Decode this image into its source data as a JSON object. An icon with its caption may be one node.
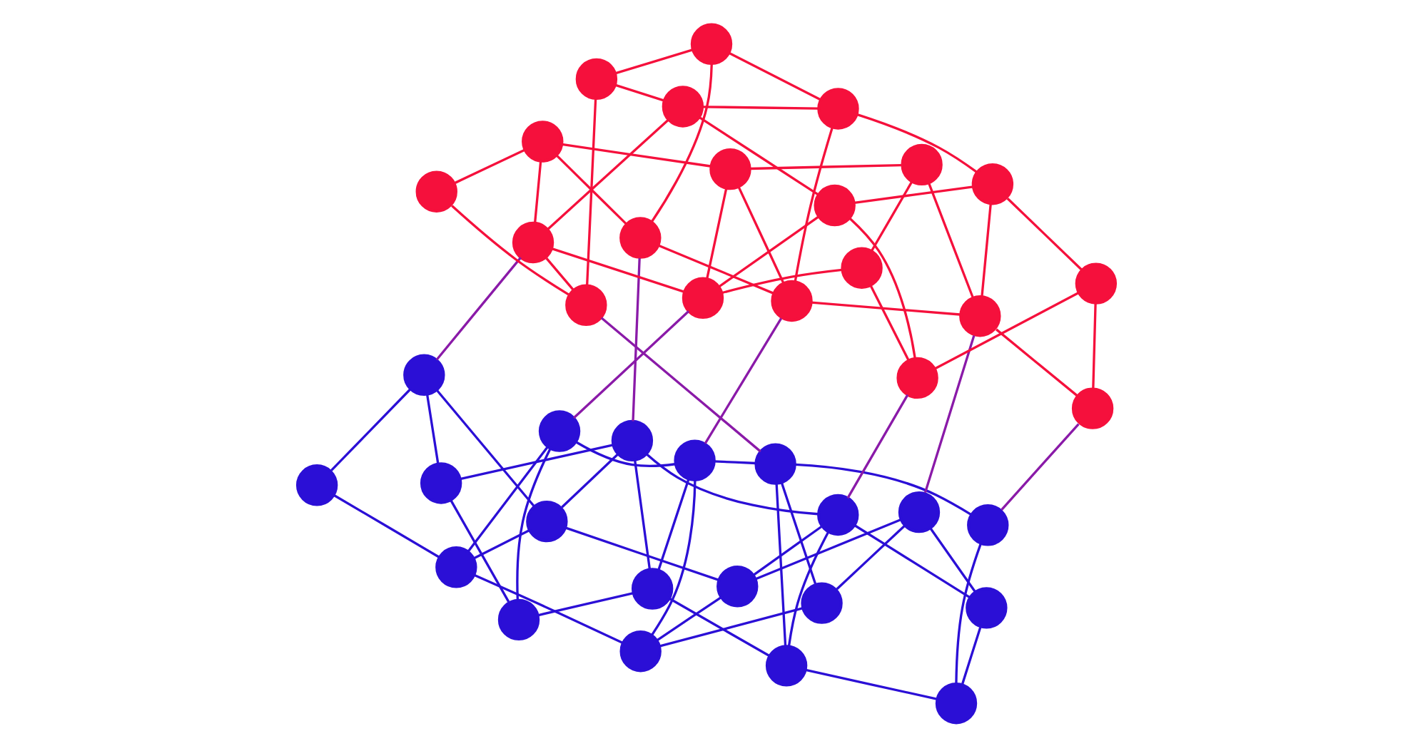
{
  "diagram": {
    "nodes": [
      {
        "text": [],
        "shape": "circle"
      },
      {
        "text": [],
        "shape": "circle"
      },
      {
        "text": [],
        "shape": "circle"
      },
      {
        "text": [],
        "shape": "circle"
      },
      {
        "text": [],
        "shape": "circle"
      },
      {
        "text": [],
        "shape": "circle"
      },
      {
        "text": [],
        "shape": "circle"
      },
      {
        "text": [],
        "shape": "circle"
      },
      {
        "text": [],
        "shape": "circle"
      },
      {
        "text": [],
        "shape": "circle"
      },
      {
        "text": [],
        "shape": "circle"
      },
      {
        "text": [],
        "shape": "circle"
      },
      {
        "text": [],
        "shape": "circle"
      },
      {
        "text": [],
        "shape": "circle"
      },
      {
        "text": [],
        "shape": "circle"
      },
      {
        "text": [],
        "shape": "circle"
      },
      {
        "text": [],
        "shape": "circle"
      },
      {
        "text": [],
        "shape": "circle"
      },
      {
        "text": [],
        "shape": "circle"
      },
      {
        "text": [],
        "shape": "circle"
      },
      {
        "text": [],
        "shape": "circle"
      },
      {
        "text": [],
        "shape": "circle"
      },
      {
        "text": [],
        "shape": "circle"
      },
      {
        "text": [],
        "shape": "circle"
      },
      {
        "text": [],
        "shape": "circle"
      },
      {
        "text": [],
        "shape": "circle"
      },
      {
        "text": [],
        "shape": "circle"
      },
      {
        "text": [],
        "shape": "circle"
      },
      {
        "text": [],
        "shape": "circle"
      },
      {
        "text": [],
        "shape": "circle"
      },
      {
        "text": [],
        "shape": "circle"
      },
      {
        "text": [],
        "shape": "circle"
      },
      {
        "text": [],
        "shape": "circle"
      },
      {
        "text": [],
        "shape": "circle"
      },
      {
        "text": [],
        "shape": "circle"
      },
      {
        "text": [],
        "shape": "circle"
      },
      {
        "text": [],
        "shape": "circle"
      },
      {
        "text": [],
        "shape": "circle"
      },
      {
        "text": [],
        "shape": "circle"
      },
      {
        "text": [],
        "shape": "circle"
      }
    ],
    "edges": [
      {
        "from": 0,
        "to": 1,
        "arrow": "none"
      },
      {
        "from": 1,
        "to": 2,
        "arrow": "none"
      },
      {
        "from": 2,
        "to": 3,
        "arrow": "none"
      },
      {
        "from": 3,
        "to": 4,
        "arrow": "none"
      },
      {
        "from": 4,
        "to": 5,
        "arrow": "none"
      },
      {
        "from": 5,
        "to": 6,
        "arrow": "none"
      },
      {
        "from": 6,
        "to": 7,
        "arrow": "none"
      },
      {
        "from": 7,
        "to": 8,
        "arrow": "none"
      },
      {
        "from": 8,
        "to": 9,
        "arrow": "none"
      },
      {
        "from": 9,
        "to": 10,
        "arrow": "none"
      },
      {
        "from": 10,
        "to": 11,
        "arrow": "none"
      },
      {
        "from": 11,
        "to": 12,
        "arrow": "none"
      },
      {
        "from": 12,
        "to": 13,
        "arrow": "none"
      },
      {
        "from": 13,
        "to": 14,
        "arrow": "none"
      },
      {
        "from": 14,
        "to": 15,
        "arrow": "none"
      },
      {
        "from": 15,
        "to": 16,
        "arrow": "none"
      },
      {
        "from": 16,
        "to": 17,
        "arrow": "none"
      },
      {
        "from": 17,
        "to": 18,
        "arrow": "none"
      },
      {
        "from": 18,
        "to": 19,
        "arrow": "none"
      },
      {
        "from": 0,
        "to": 5,
        "arrow": "none"
      },
      {
        "from": 1,
        "to": 6,
        "arrow": "none"
      },
      {
        "from": 2,
        "to": 7,
        "arrow": "none"
      },
      {
        "from": 3,
        "to": 8,
        "arrow": "none"
      },
      {
        "from": 4,
        "to": 9,
        "arrow": "none"
      },
      {
        "from": 5,
        "to": 10,
        "arrow": "none"
      },
      {
        "from": 6,
        "to": 11,
        "arrow": "none"
      },
      {
        "from": 7,
        "to": 12,
        "arrow": "none"
      },
      {
        "from": 8,
        "to": 13,
        "arrow": "none"
      },
      {
        "from": 9,
        "to": 14,
        "arrow": "none"
      },
      {
        "from": 10,
        "to": 15,
        "arrow": "none"
      },
      {
        "from": 11,
        "to": 16,
        "arrow": "none"
      },
      {
        "from": 12,
        "to": 17,
        "arrow": "none"
      },
      {
        "from": 13,
        "to": 18,
        "arrow": "none"
      },
      {
        "from": 14,
        "to": 19,
        "arrow": "none"
      },
      {
        "from": 20,
        "to": 21,
        "arrow": "none",
        "color": "#f5103c"
      },
      {
        "from": 21,
        "to": 22,
        "arrow": "none",
        "color": "#f5103c"
      },
      {
        "from": 22,
        "to": 23,
        "arrow": "none",
        "color": "#f5103c"
      },
      {
        "from": 23,
        "to": 24,
        "arrow": "none",
        "color": "#f5103c"
      },
      {
        "from": 24,
        "to": 25,
        "arrow": "none",
        "color": "#f5103c"
      },
      {
        "from": 25,
        "to": 26,
        "arrow": "none",
        "color": "#f5103c"
      },
      {
        "from": 26,
        "to": 27,
        "arrow": "none",
        "color": "#f5103c"
      },
      {
        "from": 27,
        "to": 28,
        "arrow": "none",
        "color": "#f5103c"
      },
      {
        "from": 28,
        "to": 29,
        "arrow": "none",
        "color": "#f5103c"
      },
      {
        "from": 29,
        "to": 30,
        "arrow": "none",
        "color": "#f5103c"
      },
      {
        "from": 30,
        "to": 31,
        "arrow": "none",
        "color": "#f5103c"
      },
      {
        "from": 31,
        "to": 32,
        "arrow": "none",
        "color": "#f5103c"
      },
      {
        "from": 32,
        "to": 33,
        "arrow": "none",
        "color": "#f5103c"
      },
      {
        "from": 33,
        "to": 34,
        "arrow": "none",
        "color": "#f5103c"
      },
      {
        "from": 34,
        "to": 35,
        "arrow": "none",
        "color": "#f5103c"
      },
      {
        "from": 35,
        "to": 36,
        "arrow": "none",
        "color": "#f5103c"
      },
      {
        "from": 36,
        "to": 37,
        "arrow": "none",
        "color": "#f5103c"
      },
      {
        "from": 37,
        "to": 38,
        "arrow": "none",
        "color": "#f5103c"
      },
      {
        "from": 38,
        "to": 39,
        "arrow": "none",
        "color": "#f5103c"
      },
      {
        "from": 20,
        "to": 25,
        "arrow": "none",
        "color": "#f5103c"
      },
      {
        "from": 21,
        "to": 26,
        "arrow": "none",
        "color": "#f5103c"
      },
      {
        "from": 22,
        "to": 27,
        "arrow": "none",
        "color": "#f5103c"
      },
      {
        "from": 23,
        "to": 28,
        "arrow": "none",
        "color": "#f5103c"
      },
      {
        "from": 24,
        "to": 29,
        "arrow": "none",
        "color": "#f5103c"
      },
      {
        "from": 25,
        "to": 30,
        "arrow": "none",
        "color": "#f5103c"
      },
      {
        "from": 26,
        "to": 31,
        "arrow": "none",
        "color": "#f5103c"
      },
      {
        "from": 27,
        "to": 32,
        "arrow": "none",
        "color": "#f5103c"
      },
      {
        "from": 28,
        "to": 33,
        "arrow": "none",
        "color": "#f5103c"
      },
      {
        "from": 29,
        "to": 34,
        "arrow": "none",
        "color": "#f5103c"
      },
      {
        "from": 30,
        "to": 35,
        "arrow": "none",
        "color": "#f5103c"
      },
      {
        "from": 31,
        "to": 36,
        "arrow": "none",
        "color": "#f5103c"
      },
      {
        "from": 32,
        "to": 37,
        "arrow": "none",
        "color": "#f5103c"
      },
      {
        "from": 33,
        "to": 38,
        "arrow": "none",
        "color": "#f5103c"
      },
      {
        "from": 34,
        "to": 39,
        "arrow": "none",
        "color": "#f5103c"
      },
      {
        "from": 0,
        "to": 20,
        "arrow": "none",
        "color": "#8a1aa8"
      },
      {
        "from": 3,
        "to": 25,
        "arrow": "none",
        "color": "#8a1aa8"
      },
      {
        "from": 7,
        "to": 22,
        "arrow": "none",
        "color": "#8a1aa8"
      },
      {
        "from": 10,
        "to": 30,
        "arrow": "none",
        "color": "#8a1aa8"
      },
      {
        "from": 12,
        "to": 35,
        "arrow": "none",
        "color": "#8a1aa8"
      },
      {
        "from": 15,
        "to": 28,
        "arrow": "none",
        "color": "#8a1aa8"
      },
      {
        "from": 18,
        "to": 33,
        "arrow": "none",
        "color": "#8a1aa8"
      },
      {
        "from": 5,
        "to": 38,
        "arrow": "none",
        "color": "#8a1aa8"
      }
    ]
  }
}
